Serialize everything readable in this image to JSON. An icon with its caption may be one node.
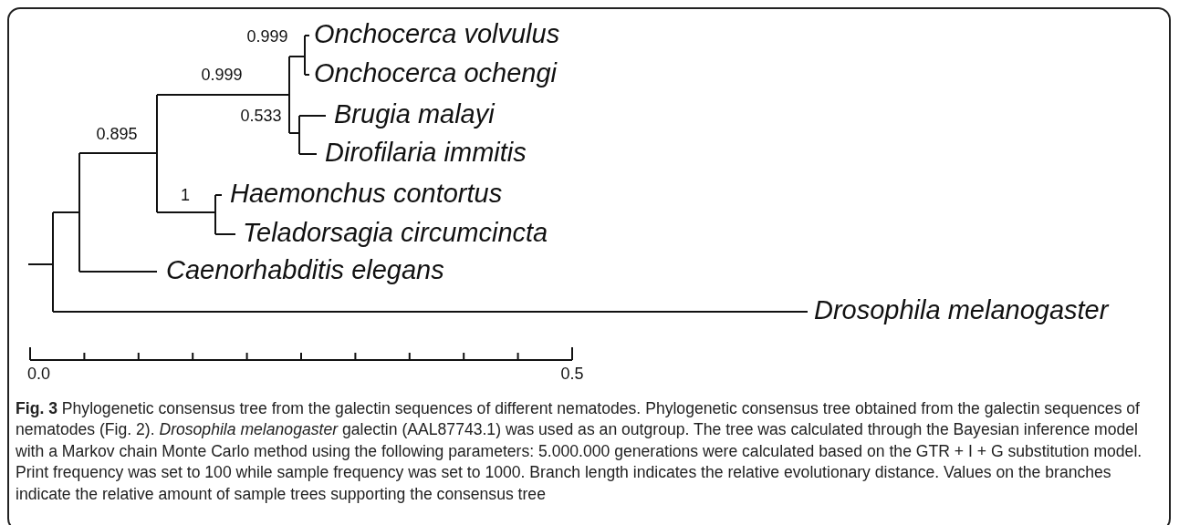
{
  "diagram": {
    "caption": "**Fig. 3** Phylogenetic consensus tree from the galectin sequences of different nematodes. Phylogenetic consensus tree obtained from the galectin sequences of nematodes (Fig. 2). *Drosophila melanogaster* galectin (AAL87743.1) was used as an outgroup. The tree was calculated through the Bayesian inference model with a Markov chain Monte Carlo method using the following parameters: 5.000.000 generations were calculated based on the GTR + I + G substitution model. Print frequency was set to 100 while sample frequency was set to 1000. Branch length indicates the relative evolutionary distance. Values on the branches indicate the relative amount of sample trees supporting the consensus tree",
    "labels": [
      "0.999",
      "Onchocerca volvulus",
      "0.999",
      "Onchocerca ochengi",
      "0.533",
      "Brugia malayi",
      "0.895",
      "Dirofilaria immitis",
      "1",
      "Haemonchus contortus",
      "Teladorsagia circumcincta",
      "Caenorhabditis elegans",
      "Drosophila melanogaster",
      "0.0",
      "0.5"
    ]
  }
}
